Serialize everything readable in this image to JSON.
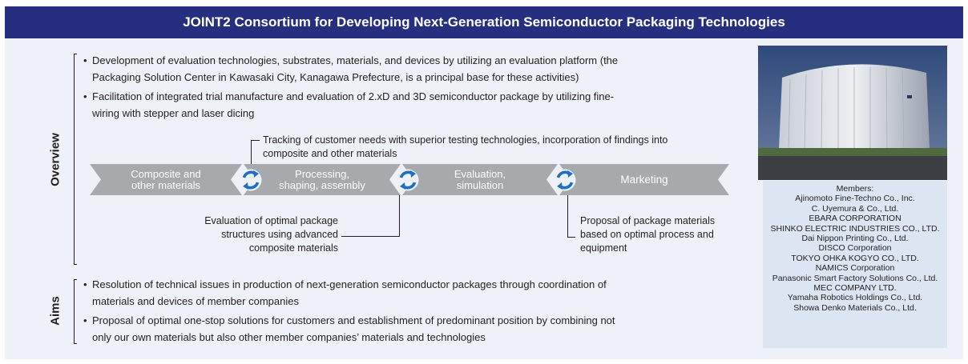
{
  "header": {
    "title": "JOINT2 Consortium for Developing Next-Generation Semiconductor Packaging Technologies"
  },
  "overview": {
    "label": "Overview",
    "bullets": [
      {
        "line1": "Development of evaluation technologies, substrates, materials, and devices by utilizing an evaluation platform (the",
        "line2": "Packaging Solution Center in Kawasaki City, Kanagawa Prefecture, is a principal base for these activities)"
      },
      {
        "line1": "Facilitation of integrated trial manufacture and evaluation of 2.xD and 3D semiconductor package by utilizing fine-",
        "line2": "wiring with stepper and laser dicing"
      }
    ],
    "flow": {
      "stages": [
        {
          "line1": "Composite and",
          "line2": "other materials"
        },
        {
          "line1": "Processing,",
          "line2": "shaping, assembly"
        },
        {
          "line1": "Evaluation,",
          "line2": "simulation"
        },
        {
          "line1": "Marketing",
          "line2": ""
        }
      ],
      "callout_top": {
        "line1": "Tracking of customer needs with superior testing technologies, incorporation of findings into",
        "line2": "composite and other materials"
      },
      "callout_left": {
        "line1": "Evaluation of optimal package",
        "line2": "structures using advanced",
        "line3": "composite materials"
      },
      "callout_right": {
        "line1": "Proposal of package materials",
        "line2": "based on optimal process and",
        "line3": "equipment"
      }
    }
  },
  "aims": {
    "label": "Aims",
    "bullets": [
      {
        "line1": "Resolution of technical issues in production of next-generation semiconductor packages through coordination of",
        "line2": "materials and devices of member companies"
      },
      {
        "line1": "Proposal of optimal one-stop solutions for customers and establishment of predominant position by combining not",
        "line2": "only our own materials but also other member companies’ materials and technologies"
      }
    ]
  },
  "members": {
    "heading": "Members:",
    "list": [
      "Ajinomoto Fine-Techno Co., Inc.",
      "C. Uyemura & Co., Ltd.",
      "EBARA CORPORATION",
      "SHINKO ELECTRIC INDUSTRIES CO., LTD.",
      "Dai Nippon Printing Co., Ltd.",
      "DISCO Corporation",
      "TOKYO OHKA KOGYO CO., LTD.",
      "NAMICS Corporation",
      "Panasonic Smart Factory Solutions Co., Ltd.",
      "MEC COMPANY LTD.",
      "Yamaha Robotics Holdings Co., Ltd.",
      "Showa Denko Materials Co., Ltd."
    ]
  },
  "colors": {
    "header_bg": "#262e7f",
    "panel_bg": "#eef2f8",
    "stage_gray": "#a8a9ad",
    "cycle_blue": "#1e6fbf",
    "members_bg": "#dbe6f2"
  },
  "icons": {
    "cycle": "cycle-arrows-icon",
    "photo": "building-photo"
  }
}
